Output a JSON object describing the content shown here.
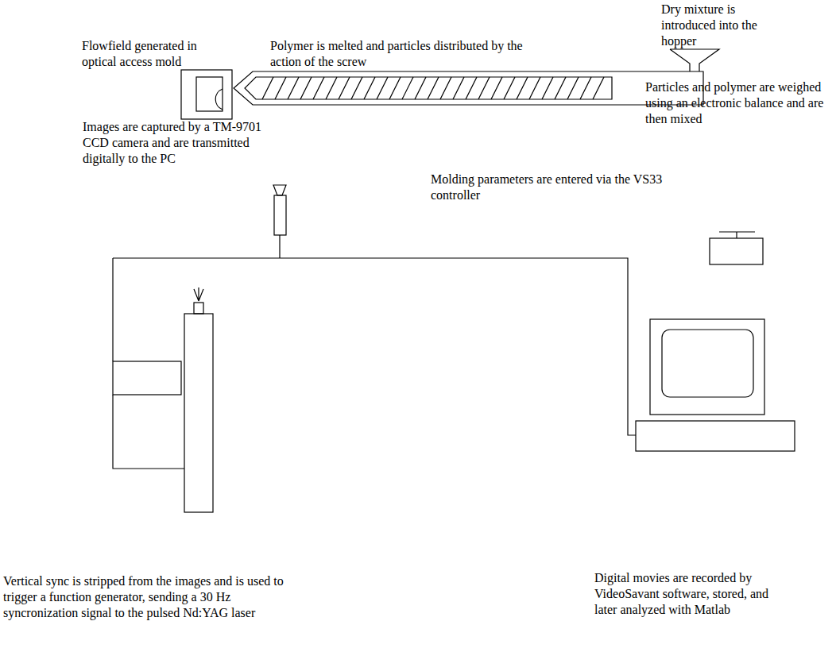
{
  "diagram": {
    "labels": [
      "Dry mixture is introduced into the hopper",
      "Flowfield generated in optical access mold",
      "Polymer is melted and particles distributed by the action of the screw",
      "Particles and polymer are weighed using an electronic balance and are then mixed",
      "Images are captured by a TM-9701 CCD camera and are transmitted digitally to the PC",
      "Molding parameters are entered via the VS33 controller",
      "Digital movies are recorded by VideoSavant software, stored, and later analyzed with Matlab",
      "Vertical sync is stripped from the images and is used to trigger a function generator, sending a 30 Hz syncronization signal to the pulsed Nd:YAG laser"
    ]
  }
}
